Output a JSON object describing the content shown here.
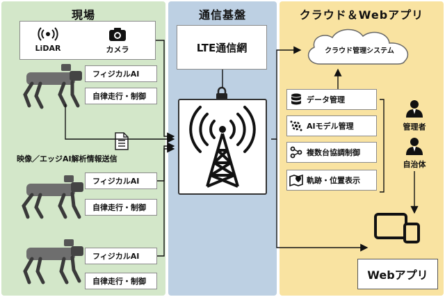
{
  "site": {
    "title": "現場",
    "sensors": [
      {
        "label": "LiDAR",
        "icon": "radar-icon"
      },
      {
        "label": "カメラ",
        "icon": "camera-icon"
      }
    ],
    "robots": [
      {
        "cap1": "フィジカルAI",
        "cap2": "自律走行・制御"
      },
      {
        "cap1": "フィジカルAI",
        "cap2": "自律走行・制御"
      },
      {
        "cap1": "フィジカルAI",
        "cap2": "自律走行・制御"
      }
    ],
    "transmission_label": "映像／エッジAI解析情報送信"
  },
  "comm": {
    "title": "通信基盤",
    "network_label": "LTE通信網"
  },
  "cloud": {
    "title": "クラウド＆Webアプリ",
    "system_label": "クラウド管理システム",
    "functions": [
      {
        "label": "データ管理",
        "icon": "database-icon"
      },
      {
        "label": "AIモデル管理",
        "icon": "ai-gear-icon"
      },
      {
        "label": "複数台協調制御",
        "icon": "network-icon"
      },
      {
        "label": "軌跡・位置表示",
        "icon": "map-pin-icon"
      }
    ],
    "users": [
      "管理者",
      "自治体"
    ],
    "webapp_label": "Webアプリ"
  },
  "colors": {
    "site_bg": "#d3e7c9",
    "comm_bg": "#bdd0e3",
    "cloud_bg": "#f9e3a1"
  }
}
